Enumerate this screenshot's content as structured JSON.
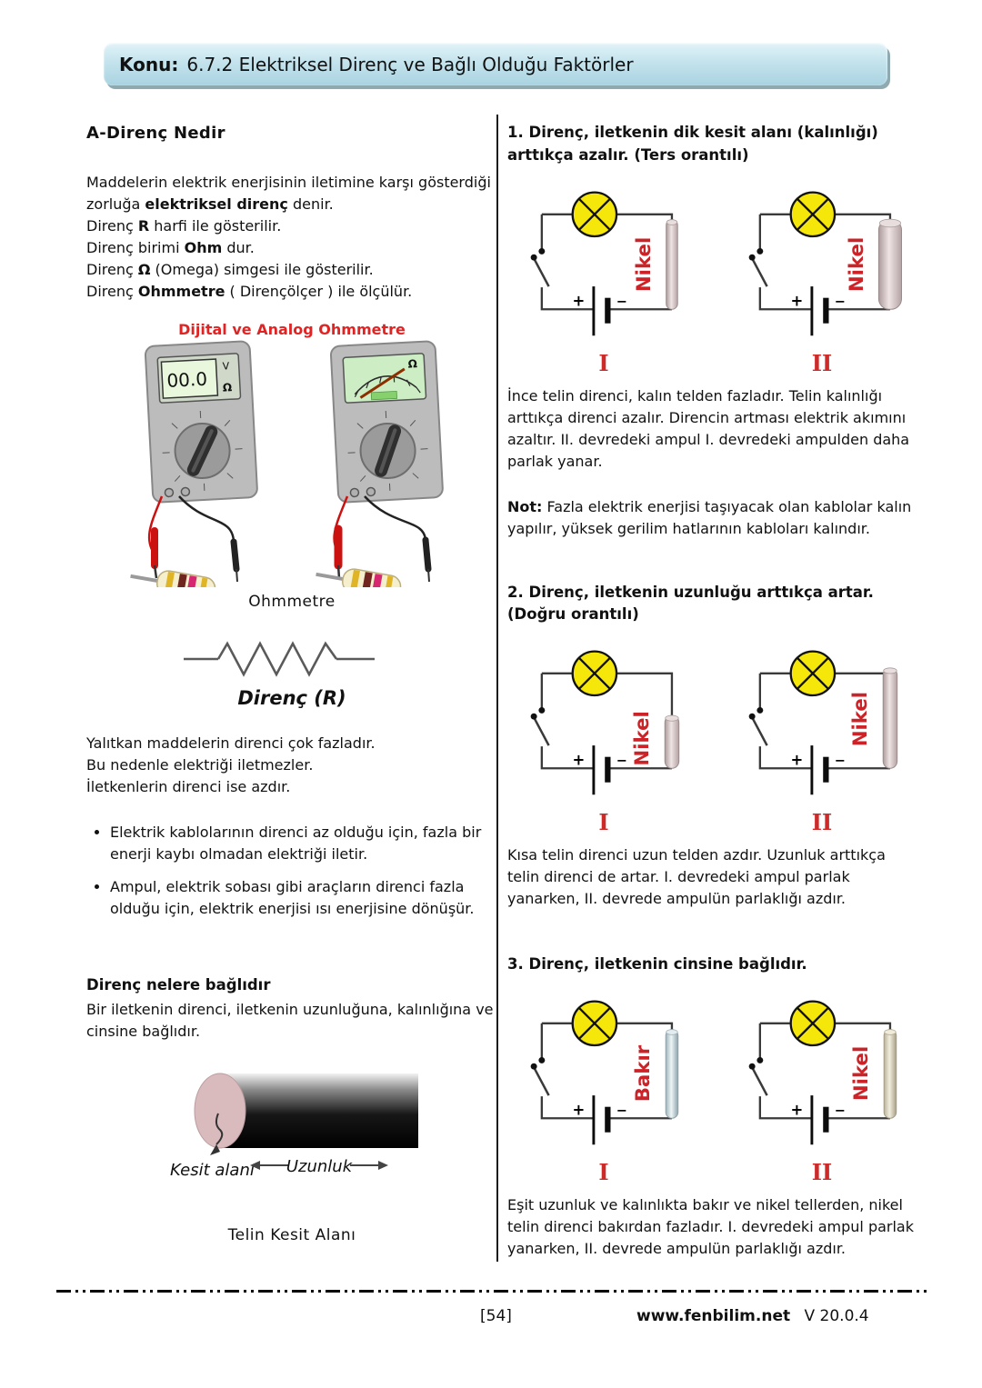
{
  "header": {
    "label": "Konu:",
    "title": "6.7.2 Elektriksel Direnç ve Bağlı Olduğu Faktörler"
  },
  "left": {
    "section_title": "A-Direnç Nedir",
    "intro": [
      {
        "pre": "Maddelerin elektrik enerjisinin iletimine karşı gösterdiği zorluğa ",
        "bold": "elektriksel direnç",
        "post": " denir."
      },
      {
        "pre": "Direnç ",
        "bold": "R",
        "post": " harfi ile gösterilir."
      },
      {
        "pre": "Direnç birimi ",
        "bold": "Ohm",
        "post": " dur."
      },
      {
        "pre": "Direnç ",
        "bold": "Ω",
        "post": " (Omega) simgesi ile gösterilir."
      },
      {
        "pre": "Direnç ",
        "bold": "Ohmmetre",
        "post": " ( Dirençölçer ) ile ölçülür."
      }
    ],
    "ohmmeter_figure": {
      "title": "Dijital ve Analog Ohmmetre",
      "digital_reading": "00.0",
      "unit_volt": "V",
      "unit_ohm": "Ω",
      "caption": "Ohmmetre"
    },
    "resistor_symbol_label": "Direnç (R)",
    "insulator_lines": [
      "Yalıtkan maddelerin direnci çok fazladır.",
      "Bu nedenle elektriği iletmezler.",
      "İletkenlerin direnci ise azdır."
    ],
    "bullets": [
      "Elektrik kablolarının direnci az olduğu için, fazla bir enerji kaybı olmadan elektriği iletir.",
      "Ampul, elektrik sobası gibi araçların direnci fazla olduğu için, elektrik enerjisi ısı enerjisine dönüşür."
    ],
    "depends_title": "Direnç nelere bağlıdır",
    "depends_text": "Bir iletkenin direnci, iletkenin uzunluğuna, kalınlığına ve cinsine bağlıdır.",
    "cross_section": {
      "area_label": "Kesit alanı",
      "length_label": "Uzunluk",
      "caption": "Telin Kesit Alanı"
    }
  },
  "right": {
    "battery": {
      "plus": "+",
      "minus": "−"
    },
    "sections": [
      {
        "heading": "1. Direnç, iletkenin dik kesit alanı (kalınlığı) arttıkça azalır. (Ters orantılı)",
        "circuits": [
          {
            "wire": "Nikel",
            "numeral": "I"
          },
          {
            "wire": "Nikel",
            "numeral": "II"
          }
        ],
        "body": "İnce telin direnci, kalın telden fazladır. Telin kalınlığı arttıkça direnci azalır. Direncin artması elektrik akımını azaltır. II. devredeki ampul I. devredeki ampulden daha parlak yanar.",
        "note_label": "Not:",
        "note_text": "Fazla elektrik enerjisi taşıyacak olan kablolar kalın yapılır, yüksek gerilim hatlarının kabloları kalındır."
      },
      {
        "heading": "2. Direnç, iletkenin uzunluğu arttıkça artar. (Doğru orantılı)",
        "circuits": [
          {
            "wire": "Nikel",
            "numeral": "I"
          },
          {
            "wire": "Nikel",
            "numeral": "II"
          }
        ],
        "body": "Kısa telin direnci uzun telden azdır. Uzunluk arttıkça telin direnci de artar. I. devredeki ampul parlak yanarken, II. devrede ampulün parlaklığı azdır."
      },
      {
        "heading": "3. Direnç, iletkenin cinsine bağlıdır.",
        "circuits": [
          {
            "wire": "Bakır",
            "numeral": "I"
          },
          {
            "wire": "Nikel",
            "numeral": "II"
          }
        ],
        "body": "Eşit uzunluk ve kalınlıkta bakır ve nikel tellerden, nikel telin direnci bakırdan fazladır. I. devredeki ampul parlak yanarken, II. devrede ampulün parlaklığı azdır."
      }
    ]
  },
  "footer": {
    "page_number": "[54]",
    "site": "www.fenbilim.net",
    "version": "V 20.0.4"
  },
  "colors": {
    "header_blue": "#bfe2ec",
    "figure_red": "#e02424",
    "wire_label_red": "#cc2328",
    "numeral_red": "#cd2a2a",
    "lamp_yellow": "#f6e70a"
  }
}
